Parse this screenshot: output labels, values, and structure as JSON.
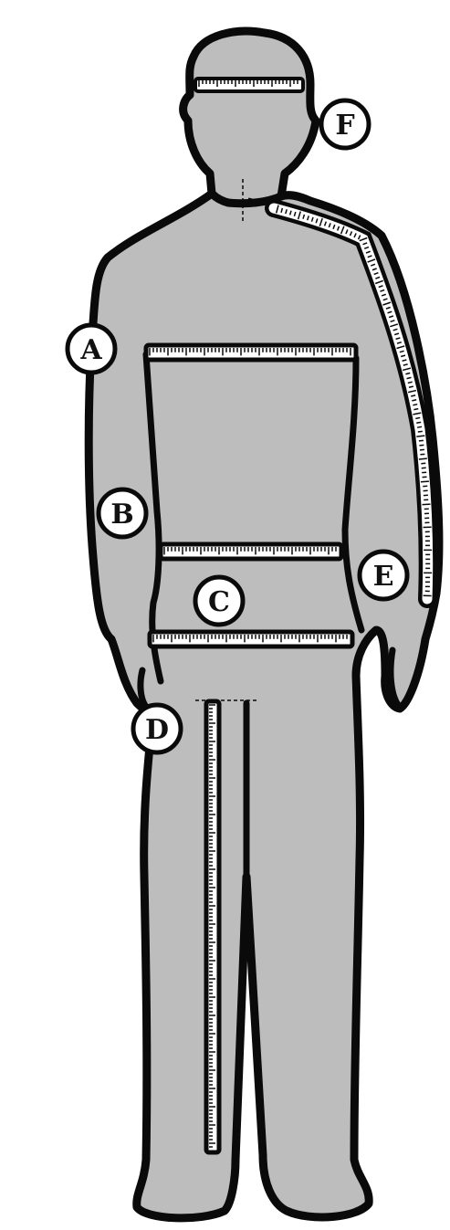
{
  "colors": {
    "silhouette_fill": "#bdbdbd",
    "outline": "#0a0a0a",
    "tape_fill": "#ffffff",
    "background": "#ffffff"
  },
  "markers": {
    "A": "A",
    "B": "B",
    "C": "C",
    "D": "D",
    "E": "E",
    "F": "F"
  }
}
